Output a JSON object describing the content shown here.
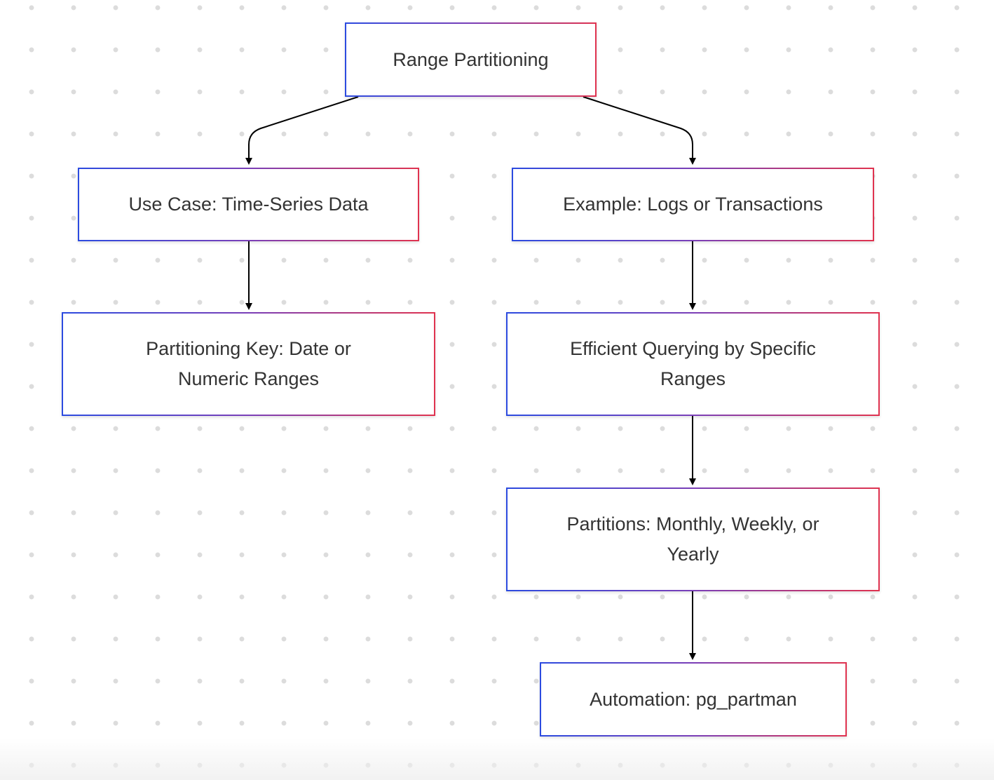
{
  "nodes": {
    "range_partitioning": "Range Partitioning",
    "use_case": "Use Case: Time-Series Data",
    "example": "Example: Logs or Transactions",
    "partitioning_key": "Partitioning Key: Date or Numeric Ranges",
    "efficient_querying": "Efficient Querying by Specific Ranges",
    "partitions": "Partitions: Monthly, Weekly, or Yearly",
    "automation": "Automation: pg_partman"
  },
  "edges": [
    {
      "from": "range_partitioning",
      "to": "use_case"
    },
    {
      "from": "range_partitioning",
      "to": "example"
    },
    {
      "from": "use_case",
      "to": "partitioning_key"
    },
    {
      "from": "example",
      "to": "efficient_querying"
    },
    {
      "from": "efficient_querying",
      "to": "partitions"
    },
    {
      "from": "partitions",
      "to": "automation"
    }
  ]
}
